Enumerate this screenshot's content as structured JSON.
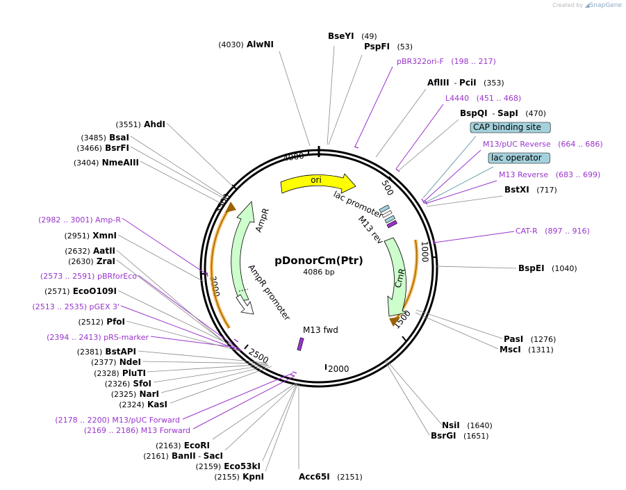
{
  "watermark": {
    "prefix": "Created by",
    "brand": "SnapGene"
  },
  "plasmid": {
    "name": "pDonorCm(Ptr)",
    "size": "4086 bp"
  },
  "colors": {
    "enzyme": "#000000",
    "primer": "#9933cc",
    "feature_box": "#a3d1dc",
    "ori": "#ffff00",
    "resistance": "#ccffcc",
    "orf_highlight": "#f5a623"
  },
  "ticks": [
    "500",
    "1000",
    "1500",
    "2000",
    "2500",
    "3000",
    "3500",
    "4000"
  ],
  "features": {
    "ori": "ori",
    "ampr": "AmpR",
    "ampr_promoter": "AmpR promoter",
    "cmr": "CmR",
    "lac_promoter": "lac promoter",
    "m13_rev": "M13 rev",
    "m13_fwd": "M13 fwd"
  },
  "labels": [
    {
      "kind": "enzyme",
      "name": "BseYI",
      "pos": "(49)"
    },
    {
      "kind": "enzyme",
      "name": "PspFI",
      "pos": "(53)"
    },
    {
      "kind": "primer",
      "name": "pBR322ori-F",
      "pos": "(198 .. 217)"
    },
    {
      "kind": "enzyme",
      "name": "AflIII",
      "sep": "-",
      "name2": "PciI",
      "pos": "(353)"
    },
    {
      "kind": "primer",
      "name": "L4440",
      "pos": "(451 .. 468)"
    },
    {
      "kind": "enzyme",
      "name": "BspQI",
      "sep": "-",
      "name2": "SapI",
      "pos": "(470)"
    },
    {
      "kind": "box",
      "name": "CAP binding site"
    },
    {
      "kind": "primer",
      "name": "M13/pUC Reverse",
      "pos": "(664 .. 686)"
    },
    {
      "kind": "box",
      "name": "lac operator"
    },
    {
      "kind": "primer",
      "name": "M13 Reverse",
      "pos": "(683 .. 699)"
    },
    {
      "kind": "enzyme",
      "name": "BstXI",
      "pos": "(717)"
    },
    {
      "kind": "primer",
      "name": "CAT-R",
      "pos": "(897 .. 916)"
    },
    {
      "kind": "enzyme",
      "name": "BspEI",
      "pos": "(1040)"
    },
    {
      "kind": "enzyme",
      "name": "PasI",
      "pos": "(1276)"
    },
    {
      "kind": "enzyme",
      "name": "MscI",
      "pos": "(1311)"
    },
    {
      "kind": "enzyme",
      "name": "NsiI",
      "pos": "(1640)"
    },
    {
      "kind": "enzyme",
      "name": "BsrGI",
      "pos": "(1651)"
    },
    {
      "kind": "enzyme",
      "name": "Acc65I",
      "pos": "(2151)"
    },
    {
      "kind": "enzyme",
      "name": "KpnI",
      "pos": "(2155)"
    },
    {
      "kind": "enzyme",
      "name": "Eco53kI",
      "pos": "(2159)"
    },
    {
      "kind": "enzyme",
      "name": "BanII",
      "sep": "-",
      "name2": "SacI",
      "pos": "(2161)"
    },
    {
      "kind": "enzyme",
      "name": "EcoRI",
      "pos": "(2163)"
    },
    {
      "kind": "primer",
      "name": "M13 Forward",
      "pos": "(2169 .. 2186)"
    },
    {
      "kind": "primer",
      "name": "M13/pUC Forward",
      "pos": "(2178 .. 2200)"
    },
    {
      "kind": "enzyme",
      "name": "KasI",
      "pos": "(2324)"
    },
    {
      "kind": "enzyme",
      "name": "NarI",
      "pos": "(2325)"
    },
    {
      "kind": "enzyme",
      "name": "SfoI",
      "pos": "(2326)"
    },
    {
      "kind": "enzyme",
      "name": "PluTI",
      "pos": "(2328)"
    },
    {
      "kind": "enzyme",
      "name": "NdeI",
      "pos": "(2377)"
    },
    {
      "kind": "enzyme",
      "name": "BstAPI",
      "pos": "(2381)"
    },
    {
      "kind": "primer",
      "name": "pRS-marker",
      "pos": "(2394 .. 2413)"
    },
    {
      "kind": "enzyme",
      "name": "PfoI",
      "pos": "(2512)"
    },
    {
      "kind": "primer",
      "name": "pGEX 3'",
      "pos": "(2513 .. 2535)"
    },
    {
      "kind": "enzyme",
      "name": "EcoO109I",
      "pos": "(2571)"
    },
    {
      "kind": "primer",
      "name": "pBRforEco",
      "pos": "(2573 .. 2591)"
    },
    {
      "kind": "enzyme",
      "name": "ZraI",
      "pos": "(2630)"
    },
    {
      "kind": "enzyme",
      "name": "AatII",
      "pos": "(2632)"
    },
    {
      "kind": "enzyme",
      "name": "XmnI",
      "pos": "(2951)"
    },
    {
      "kind": "primer",
      "name": "Amp-R",
      "pos": "(2982 .. 3001)"
    },
    {
      "kind": "enzyme",
      "name": "NmeAIII",
      "pos": "(3404)"
    },
    {
      "kind": "enzyme",
      "name": "BsrFI",
      "pos": "(3466)"
    },
    {
      "kind": "enzyme",
      "name": "BsaI",
      "pos": "(3485)"
    },
    {
      "kind": "enzyme",
      "name": "AhdI",
      "pos": "(3551)"
    },
    {
      "kind": "enzyme",
      "name": "AlwNI",
      "pos": "(4030)"
    }
  ]
}
